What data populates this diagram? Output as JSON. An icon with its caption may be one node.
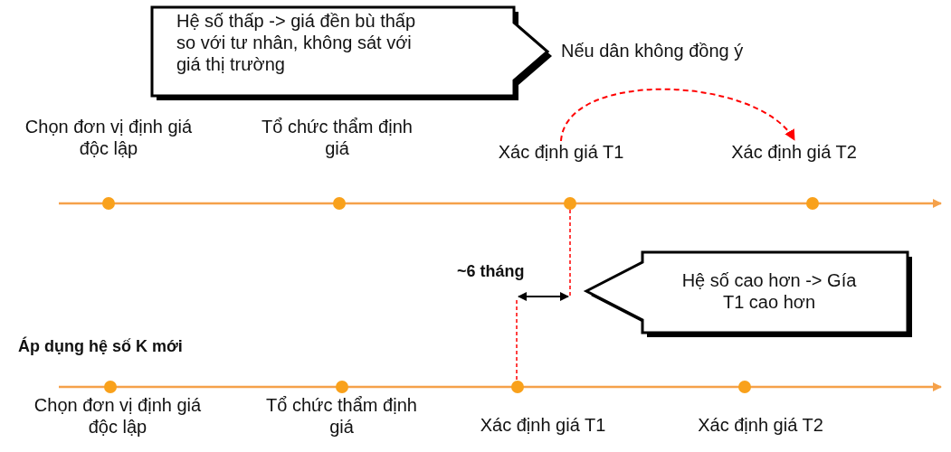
{
  "diagram": {
    "nodes": [
      {
        "text": [
          "Hệ số thấp -> giá đền bù thấp so với tư nhân, không sát với giá thị trường"
        ]
      },
      {
        "text": [
          "Chọn đơn vị định giá độc lập"
        ]
      },
      {
        "text": [
          "Tổ chức thẩm định giá"
        ]
      },
      {
        "text": [
          "Xác định giá T1"
        ]
      },
      {
        "text": [
          "Xác định giá T2"
        ]
      },
      {
        "text": [
          "Hệ số cao hơn -> Gía T1 cao hơn"
        ]
      },
      {
        "text": [
          "Chọn đơn vị định giá độc lập"
        ]
      },
      {
        "text": [
          "Tổ chức thẩm định giá"
        ]
      },
      {
        "text": [
          "Xác định giá T1"
        ]
      },
      {
        "text": [
          "Xác định giá T2"
        ]
      }
    ],
    "edges": [
      {
        "from": 3,
        "to": 4,
        "arrow": "to",
        "style": "dashed",
        "color": "#ff0000"
      }
    ],
    "labels": [
      "Nếu dân không đồng ý",
      "~6 tháng",
      "Áp dụng hệ số K mới"
    ]
  }
}
